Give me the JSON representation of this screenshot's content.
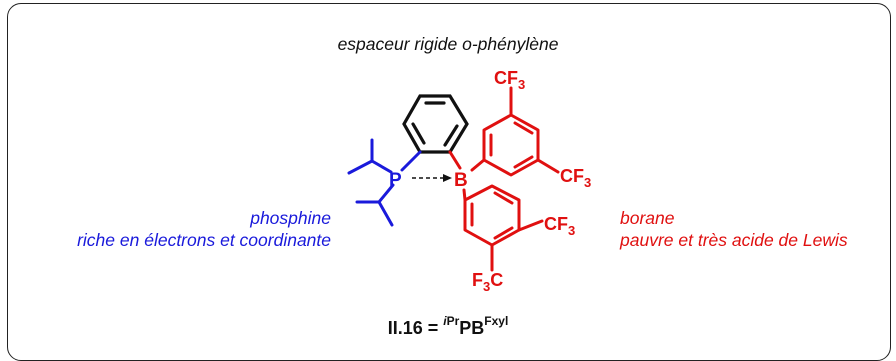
{
  "caption_top": "espaceur rigide o-phénylène",
  "phosphine": {
    "line1": "phosphine",
    "line2": "riche en électrons et coordinante",
    "color": "#1a1adb"
  },
  "borane": {
    "line1": "borane",
    "line2": "pauvre et très acide de Lewis",
    "color": "#e01010"
  },
  "atoms": {
    "P": "P",
    "B": "B",
    "cf3_top": "CF",
    "cf3_right": "CF",
    "cf3_mid": "CF",
    "f3c": "F",
    "f3c_c": "C",
    "sub3": "3"
  },
  "compound_label": {
    "prefix": "II.16 = ",
    "sup_i": "i",
    "sup_pr": "Pr",
    "main": "PB",
    "sup_fxyl": "Fxyl"
  }
}
